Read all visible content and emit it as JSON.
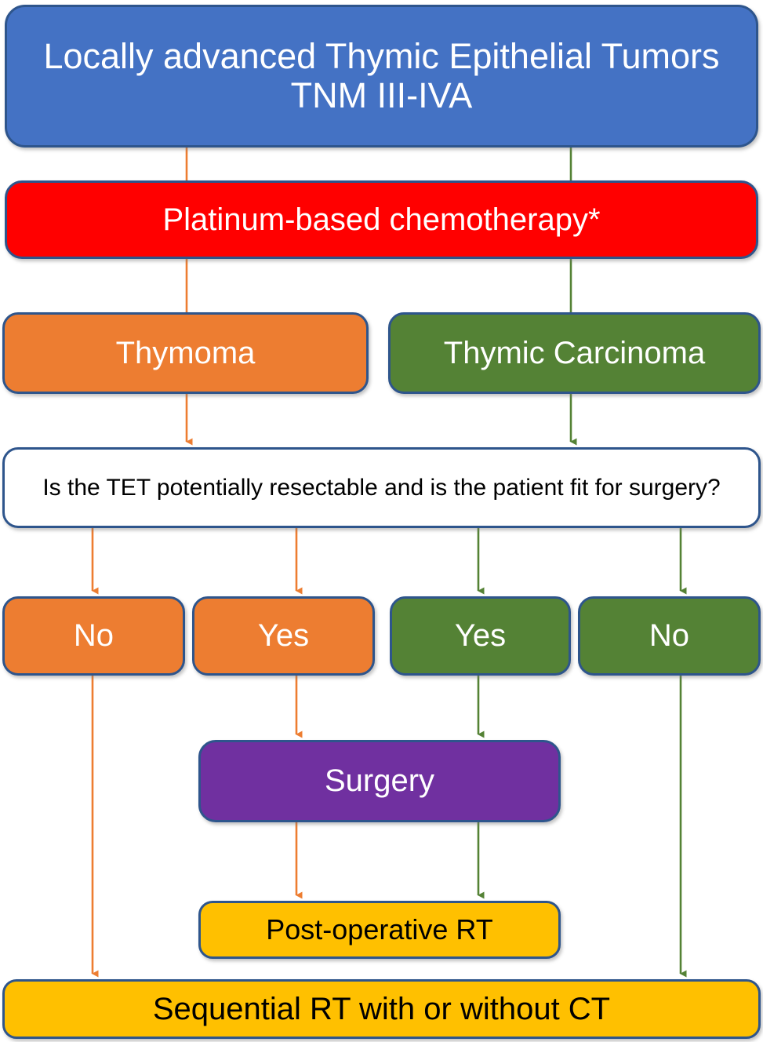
{
  "diagram": {
    "title": "Locally advanced Thymic Epithelial Tumors TNM III-IVA treatment algorithm",
    "colors": {
      "blue": "#4472C4",
      "red": "#FF0000",
      "orange": "#ED7D31",
      "green": "#548235",
      "purple": "#7030A0",
      "amber": "#FFC000",
      "border": "#2E558C",
      "orange_edge": "#ED7D31",
      "green_edge": "#548235"
    },
    "nodes": {
      "title": "Locally advanced Thymic Epithelial Tumors TNM III-IVA",
      "chemotherapy": "Platinum-based chemotherapy*",
      "thymoma": "Thymoma",
      "thymic_carcinoma": "Thymic Carcinoma",
      "question": "Is the TET potentially resectable and is the patient fit for surgery?",
      "no_orange": "No",
      "yes_orange": "Yes",
      "yes_green": "Yes",
      "no_green": "No",
      "surgery": "Surgery",
      "postop_rt": "Post-operative RT",
      "sequential_rt": "Sequential RT with or without CT"
    },
    "edges": [
      {
        "from": "title",
        "to": "chemotherapy",
        "branch": "thymoma",
        "color": "#ED7D31",
        "arrowhead": false
      },
      {
        "from": "title",
        "to": "chemotherapy",
        "branch": "carcinoma",
        "color": "#548235",
        "arrowhead": false
      },
      {
        "from": "chemotherapy",
        "to": "thymoma",
        "color": "#ED7D31",
        "arrowhead": false
      },
      {
        "from": "chemotherapy",
        "to": "thymic_carcinoma",
        "color": "#548235",
        "arrowhead": false
      },
      {
        "from": "thymoma",
        "to": "question",
        "color": "#ED7D31",
        "arrowhead": true
      },
      {
        "from": "thymic_carcinoma",
        "to": "question",
        "color": "#548235",
        "arrowhead": true
      },
      {
        "from": "question",
        "to": "no_orange",
        "color": "#ED7D31",
        "arrowhead": true
      },
      {
        "from": "question",
        "to": "yes_orange",
        "color": "#ED7D31",
        "arrowhead": true
      },
      {
        "from": "question",
        "to": "yes_green",
        "color": "#548235",
        "arrowhead": true
      },
      {
        "from": "question",
        "to": "no_green",
        "color": "#548235",
        "arrowhead": true
      },
      {
        "from": "yes_orange",
        "to": "surgery",
        "color": "#ED7D31",
        "arrowhead": true
      },
      {
        "from": "yes_green",
        "to": "surgery",
        "color": "#548235",
        "arrowhead": true
      },
      {
        "from": "surgery",
        "to": "postop_rt",
        "branch": "orange",
        "color": "#ED7D31",
        "arrowhead": true
      },
      {
        "from": "surgery",
        "to": "postop_rt",
        "branch": "green",
        "color": "#548235",
        "arrowhead": true
      },
      {
        "from": "no_orange",
        "to": "sequential_rt",
        "color": "#ED7D31",
        "arrowhead": true
      },
      {
        "from": "no_green",
        "to": "sequential_rt",
        "color": "#548235",
        "arrowhead": true
      }
    ]
  }
}
